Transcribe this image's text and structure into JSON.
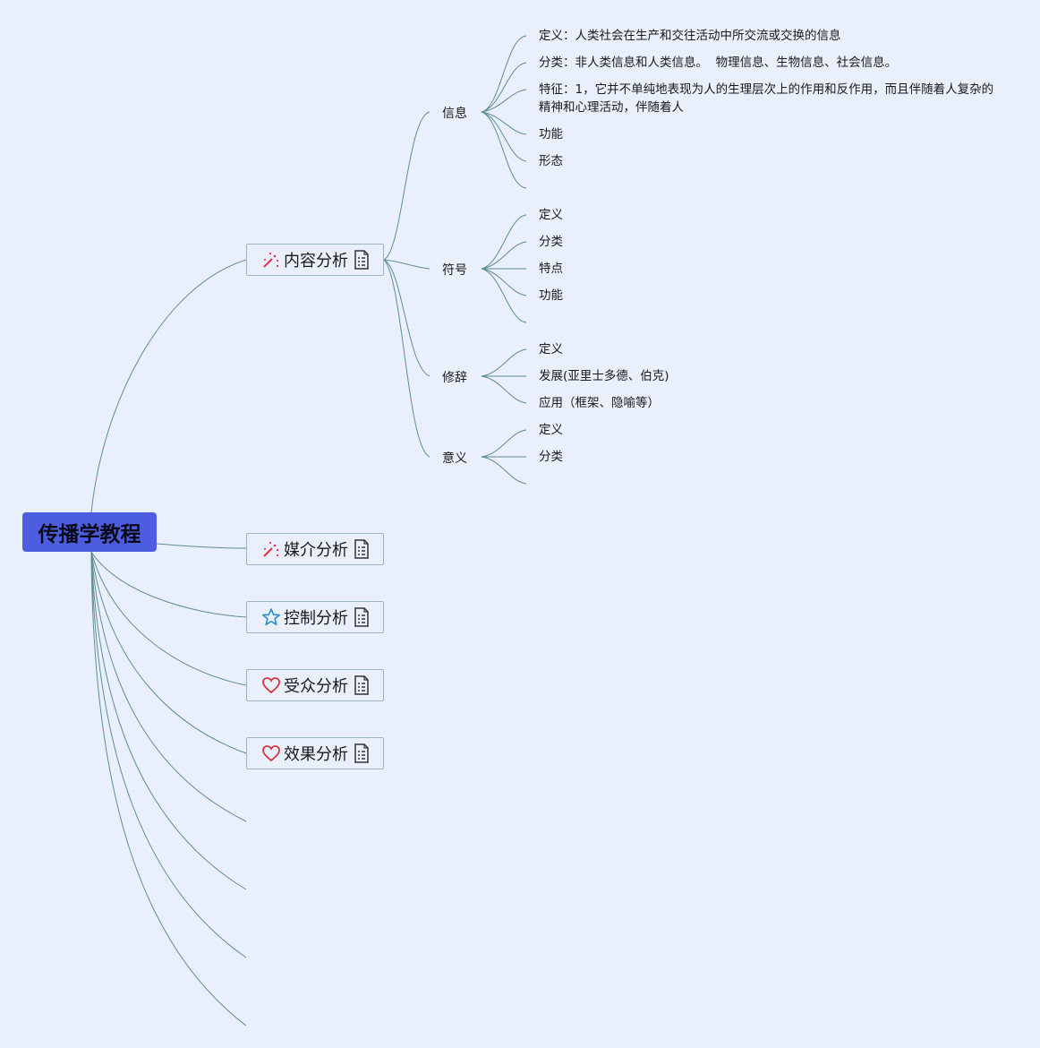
{
  "root": {
    "label": "传播学教程"
  },
  "branches": [
    {
      "label": "内容分析",
      "icon": "sparkle-icon"
    },
    {
      "label": "媒介分析",
      "icon": "sparkle-icon"
    },
    {
      "label": "控制分析",
      "icon": "star-icon"
    },
    {
      "label": "受众分析",
      "icon": "heart-icon"
    },
    {
      "label": "效果分析",
      "icon": "heart-icon"
    }
  ],
  "content": {
    "topics": [
      {
        "label": "信息",
        "items": [
          "定义：人类社会在生产和交往活动中所交流或交换的信息",
          "分类：非人类信息和人类信息。  物理信息、生物信息、社会信息。",
          "特征：1，它并不单纯地表现为人的生理层次上的作用和反作用，而且伴随着人复杂的精神和心理活动，伴随着人",
          "功能",
          "形态"
        ]
      },
      {
        "label": "符号",
        "items": [
          "定义",
          "分类",
          "特点",
          "功能"
        ]
      },
      {
        "label": "修辞",
        "items": [
          "定义",
          "发展(亚里士多德、伯克)",
          "应用（框架、隐喻等）"
        ]
      },
      {
        "label": "意义",
        "items": [
          "定义",
          "分类"
        ]
      }
    ]
  },
  "colors": {
    "background": "#eaeffc",
    "root_fill": "#4d5de0",
    "connector": "#5e8f8a",
    "node_border": "#9bb6bf",
    "sparkle": "#e0304e",
    "star": "#2a8fd0",
    "heart": "#d8343c"
  }
}
